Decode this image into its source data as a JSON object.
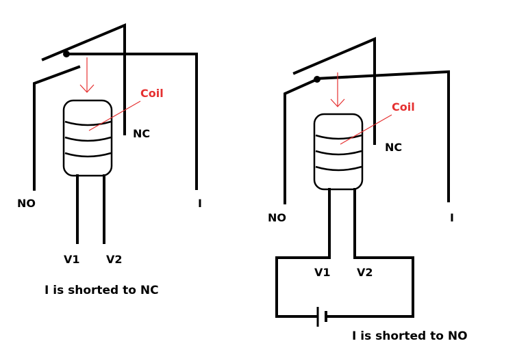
{
  "colors": {
    "wire": "#000000",
    "annotation": "#e53030",
    "background": "#ffffff"
  },
  "left": {
    "coil_label": "Coil",
    "nc_label": "NC",
    "no_label": "NO",
    "i_label": "I",
    "v1_label": "V1",
    "v2_label": "V2",
    "caption": "I is shorted to NC"
  },
  "right": {
    "coil_label": "Coil",
    "nc_label": "NC",
    "no_label": "NO",
    "i_label": "I",
    "v1_label": "V1",
    "v2_label": "V2",
    "caption": "I is shorted to NO"
  }
}
